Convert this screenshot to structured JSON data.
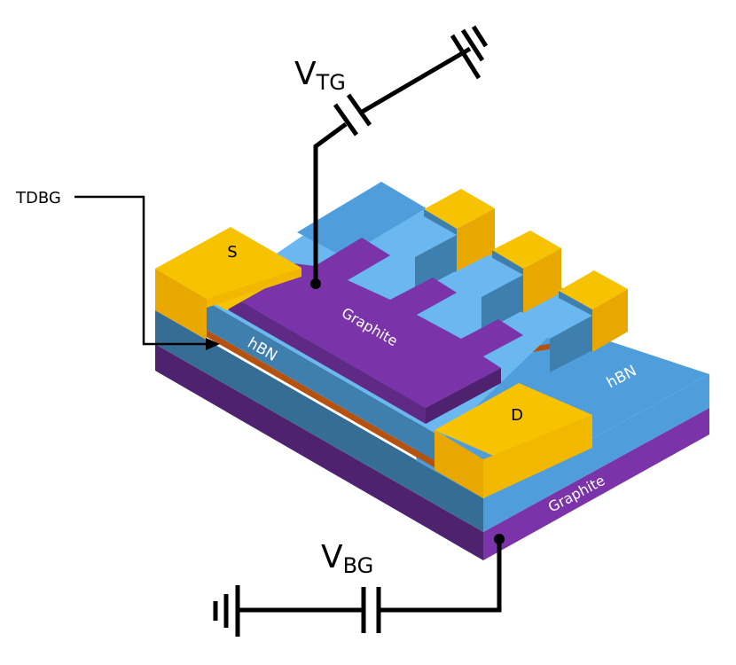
{
  "labels": {
    "source": "S",
    "drain": "D",
    "hbn_left": "hBN",
    "hbn_right": "hBN",
    "top_graphite": "Graphite",
    "bottom_graphite": "Graphite",
    "tdbg": "TDBG",
    "vtg_main": "V",
    "vtg_sub": "TG",
    "vbg_main": "V",
    "vbg_sub": "BG"
  },
  "colors": {
    "gold": "#F7C300",
    "gold_side": "#E8A800",
    "gold_front": "#F2B800",
    "blue_top": "#4F9EDB",
    "blue_light": "#6BB8F0",
    "blue_mid": "#3F7FAE",
    "blue_dark": "#356D95",
    "purple_top": "#7A33A8",
    "purple_front": "#5E2A86",
    "purple_side": "#4E226F",
    "orange_layer": "#B5520F",
    "wire": "#000000"
  }
}
